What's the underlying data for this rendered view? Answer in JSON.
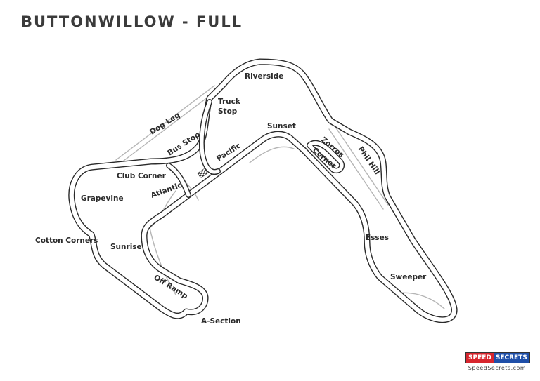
{
  "title": "BUTTONWILLOW - FULL",
  "corners": {
    "riverside": "Riverside",
    "truck": "Truck",
    "stop": "Stop",
    "sunset": "Sunset",
    "dog_leg": "Dog Leg",
    "bus_stop": "Bus Stop",
    "pacific": "Pacific",
    "zorros": "Zorros",
    "corner": "Corner",
    "phil_hill": "Phil Hill",
    "club_corner": "Club Corner",
    "atlantic": "Atlantic",
    "grapevine": "Grapevine",
    "cotton_corners": "Cotton Corners",
    "sunrise": "Sunrise",
    "esses": "Esses",
    "sweeper": "Sweeper",
    "off_ramp": "Off Ramp",
    "a_section": "A-Section"
  },
  "logo": {
    "part1": "SPEED",
    "part2": "SECRETS",
    "url": "SpeedSecrets.com"
  },
  "colors": {
    "track_outline": "#2a2a2a",
    "alt_track": "#b5b5b5",
    "logo_red": "#d7262e",
    "logo_blue": "#1f4fa8"
  },
  "icons": [
    "checkered-flag-icon"
  ]
}
